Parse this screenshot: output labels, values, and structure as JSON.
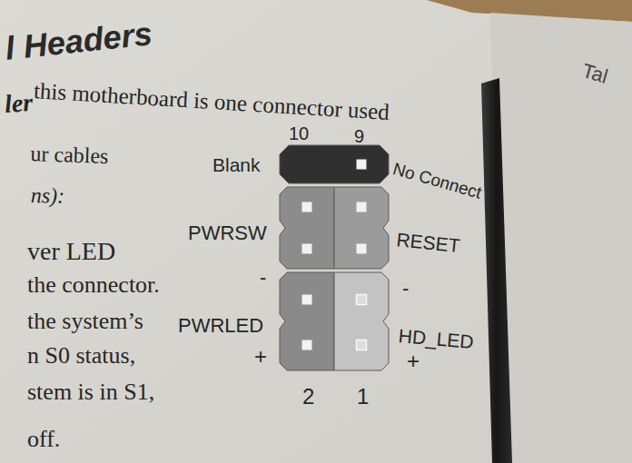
{
  "diagram": {
    "title": "l Headers",
    "labels": [
      "ler",
      "this motherboard is one connector used",
      "ur cables",
      "ns):",
      "ver LED",
      "the connector.",
      "the system’s",
      "n S0 status,",
      "stem is in S1,",
      "off.",
      "10",
      "9",
      "Blank",
      "No Connect",
      "PWRSW",
      "RESET",
      "-",
      "PWRLED",
      "+",
      "-",
      "HD_LED",
      "+",
      "2",
      "1",
      "Tal"
    ]
  }
}
